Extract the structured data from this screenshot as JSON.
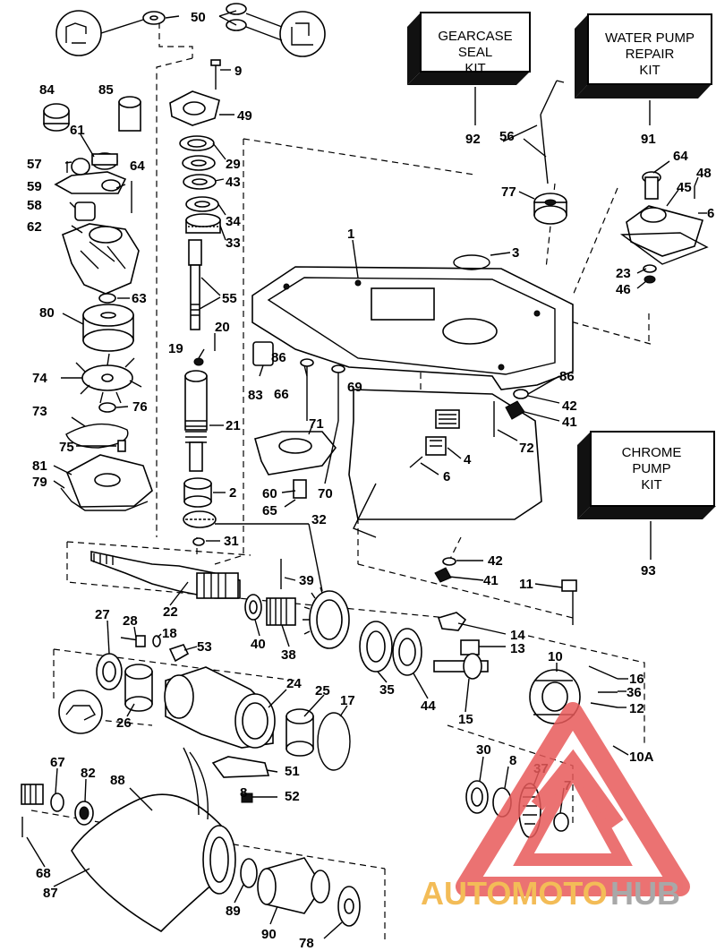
{
  "kits": {
    "gearcase_seal": [
      "GEARCASE",
      "SEAL",
      "KIT"
    ],
    "water_pump": [
      "WATER PUMP",
      "REPAIR",
      "KIT"
    ],
    "chrome_pump": [
      "CHROME",
      "PUMP",
      "KIT"
    ]
  },
  "labels": {
    "p50": "50",
    "p9": "9",
    "p84": "84",
    "p85": "85",
    "p49": "49",
    "p61": "61",
    "p57": "57",
    "p64a": "64",
    "p59": "59",
    "p29": "29",
    "p43": "43",
    "p58": "58",
    "p34": "34",
    "p62": "62",
    "p33": "33",
    "p55": "55",
    "p63": "63",
    "p80": "80",
    "p20": "20",
    "p19": "19",
    "p74": "74",
    "p76": "76",
    "p21": "21",
    "p73": "73",
    "p75": "75",
    "p81": "81",
    "p79": "79",
    "p2": "2",
    "p31": "31",
    "p92": "92",
    "p91": "91",
    "p56": "56",
    "p64b": "64",
    "p48": "48",
    "p77": "77",
    "p45": "45",
    "p6a": "6",
    "p1": "1",
    "p3": "3",
    "p23": "23",
    "p46": "46",
    "p86a": "86",
    "p66": "66",
    "p69": "69",
    "p83": "83",
    "p86b": "86",
    "p42a": "42",
    "p41a": "41",
    "p71": "71",
    "p72": "72",
    "p4": "4",
    "p6b": "6",
    "p60": "60",
    "p65": "65",
    "p70": "70",
    "p32": "32",
    "p93": "93",
    "p42b": "42",
    "p41b": "41",
    "p11": "11",
    "p39": "39",
    "p22": "22",
    "p27": "27",
    "p28": "28",
    "p18": "18",
    "p53": "53",
    "p40": "40",
    "p38": "38",
    "p14": "14",
    "p13": "13",
    "p10": "10",
    "p16": "16",
    "p36": "36",
    "p12": "12",
    "p26": "26",
    "p24": "24",
    "p25": "25",
    "p17": "17",
    "p35": "35",
    "p44": "44",
    "p15": "15",
    "p10a": "10A",
    "p30": "30",
    "p8a": "8",
    "p37": "37",
    "p7": "7",
    "p67": "67",
    "p82": "82",
    "p88": "88",
    "p51": "51",
    "p8b": "8",
    "p52": "52",
    "p68": "68",
    "p87": "87",
    "p89": "89",
    "p90": "90",
    "p78": "78"
  },
  "watermark": {
    "text_orange": "AUTOMOTO",
    "text_gray": "HUB"
  },
  "colors": {
    "watermark_red": "#e85a5a",
    "watermark_orange": "#f2b13a",
    "watermark_gray": "#9a9a9a"
  }
}
